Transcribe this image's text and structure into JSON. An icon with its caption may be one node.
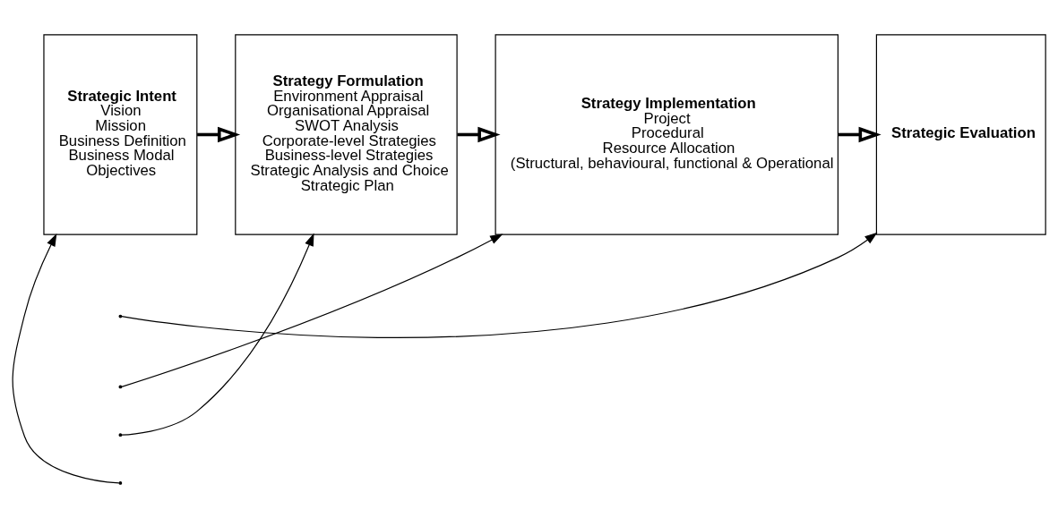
{
  "diagram": {
    "nodes": [
      {
        "text": [
          "Strategic Intent",
          "Vision",
          "Mission",
          "Business Definition",
          "Business Modal",
          "Objectives"
        ]
      },
      {
        "text": [
          "Strategy Formulation",
          "Environment Appraisal",
          "Organisational Appraisal",
          "SWOT Analysis",
          "Corporate-level Strategies",
          "Business-level Strategies",
          "Strategic Analysis and Choice",
          "Strategic Plan"
        ]
      },
      {
        "text": [
          "Strategy Implementation",
          "Project",
          "Procedural",
          "Resource Allocation",
          "(Structural, behavioural, functional & Operational"
        ]
      },
      {
        "text": [
          "Strategic Evaluation"
        ]
      }
    ],
    "edges": [
      {
        "from": 0,
        "to": 1,
        "arrow": "to",
        "style": "thick"
      },
      {
        "from": 1,
        "to": 2,
        "arrow": "to",
        "style": "thick"
      },
      {
        "from": 2,
        "to": 3,
        "arrow": "to",
        "style": "thick"
      },
      {
        "from": null,
        "to": 0,
        "arrow": "to"
      },
      {
        "from": null,
        "to": 1,
        "arrow": "to"
      },
      {
        "from": null,
        "to": 2,
        "arrow": "to"
      },
      {
        "from": null,
        "to": 3,
        "arrow": "to"
      }
    ]
  }
}
